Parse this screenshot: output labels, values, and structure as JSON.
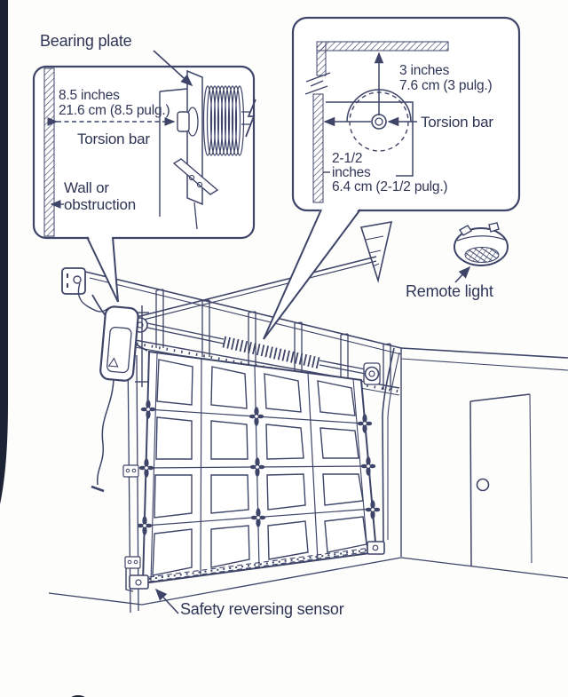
{
  "colors": {
    "line": "#3e4568",
    "text": "#2e3555",
    "dark_bar": "#1c2334",
    "background": "#fdfdfc"
  },
  "callout_bearing": {
    "title": "Bearing plate",
    "distance_line1": "8.5 inches",
    "distance_line2": "21.6 cm (8.5 pulg.)",
    "torsion_bar_label": "Torsion bar",
    "wall_label_line1": "Wall or",
    "wall_label_line2": "obstruction"
  },
  "callout_clearance": {
    "ceiling_distance_line1": "3 inches",
    "ceiling_distance_line2": "7.6 cm (3 pulg.)",
    "torsion_bar_label": "Torsion bar",
    "wall_distance_line1": "2-1/2",
    "wall_distance_line2": "inches",
    "wall_distance_line3": "6.4 cm (2-1/2 pulg.)"
  },
  "scene_labels": {
    "remote_light": "Remote light",
    "safety_sensor": "Safety reversing sensor"
  }
}
